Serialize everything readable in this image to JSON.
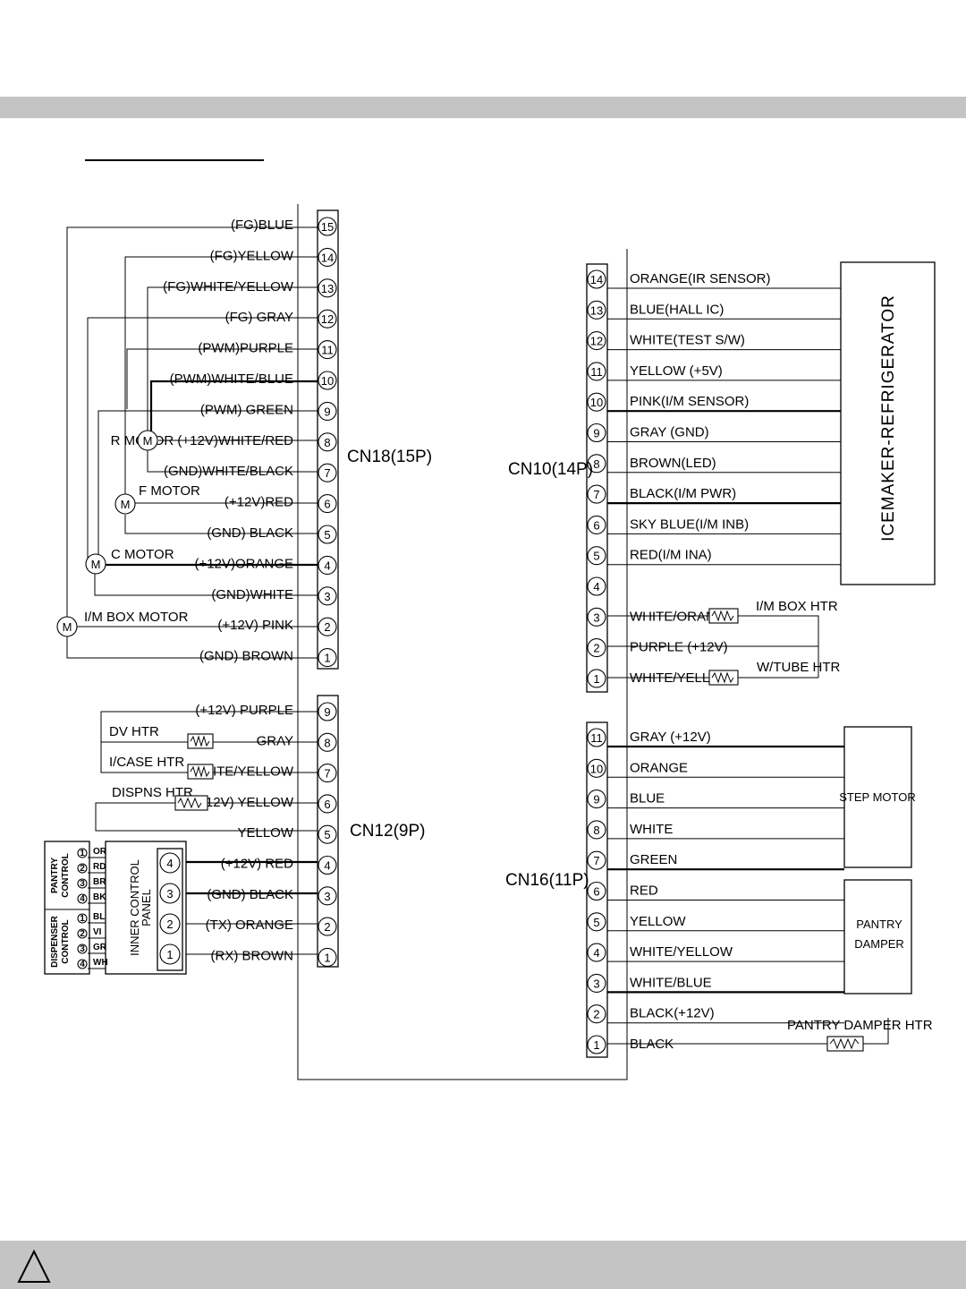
{
  "cn18": {
    "label": "CN18(15P)",
    "pins": [
      {
        "n": "15",
        "wire": "(FG)BLUE"
      },
      {
        "n": "14",
        "wire": "(FG)YELLOW"
      },
      {
        "n": "13",
        "wire": "(FG)WHITE/YELLOW"
      },
      {
        "n": "12",
        "wire": "(FG) GRAY"
      },
      {
        "n": "11",
        "wire": "(PWM)PURPLE"
      },
      {
        "n": "10",
        "wire": "(PWM)WHITE/BLUE"
      },
      {
        "n": "9",
        "wire": "(PWM) GREEN"
      },
      {
        "n": "8",
        "wire": "R MOTOR (+12V)WHITE/RED"
      },
      {
        "n": "7",
        "wire": "(GND)WHITE/BLACK"
      },
      {
        "n": "6",
        "wire": "(+12V)RED"
      },
      {
        "n": "5",
        "wire": "(GND) BLACK"
      },
      {
        "n": "4",
        "wire": "(+12V)ORANGE"
      },
      {
        "n": "3",
        "wire": "(GND)WHITE"
      },
      {
        "n": "2",
        "wire": "(+12V) PINK"
      },
      {
        "n": "1",
        "wire": "(GND) BROWN"
      }
    ],
    "motors": {
      "f": "F MOTOR",
      "c": "C MOTOR",
      "imbox": "I/M BOX MOTOR",
      "symbol": "M"
    }
  },
  "cn12": {
    "label": "CN12(9P)",
    "pins": [
      {
        "n": "9",
        "wire": "(+12V) PURPLE"
      },
      {
        "n": "8",
        "wire": "GRAY"
      },
      {
        "n": "7",
        "wire": "WHITE/YELLOW"
      },
      {
        "n": "6",
        "wire": "(+12V) YELLOW"
      },
      {
        "n": "5",
        "wire": "YELLOW"
      },
      {
        "n": "4",
        "wire": "(+12V) RED"
      },
      {
        "n": "3",
        "wire": "(GND) BLACK"
      },
      {
        "n": "2",
        "wire": "(TX) ORANGE"
      },
      {
        "n": "1",
        "wire": "(RX) BROWN"
      }
    ],
    "heaters": [
      "DV HTR",
      "I/CASE HTR",
      "DISPNS HTR"
    ],
    "panel": {
      "title_line1": "INNER CONTROL",
      "title_line2": "PANEL",
      "pins": [
        "4",
        "3",
        "2",
        "1"
      ],
      "pantry_line1": "PANTRY",
      "pantry_line2": "CONTROL",
      "dispenser_line1": "DISPENSER",
      "dispenser_line2": "CONTROL",
      "pantry_pins": [
        {
          "n": "1",
          "c": "OR"
        },
        {
          "n": "2",
          "c": "RD"
        },
        {
          "n": "3",
          "c": "BR"
        },
        {
          "n": "4",
          "c": "BK"
        }
      ],
      "dispenser_pins": [
        {
          "n": "1",
          "c": "BL"
        },
        {
          "n": "2",
          "c": "VI"
        },
        {
          "n": "3",
          "c": "GR"
        },
        {
          "n": "4",
          "c": "WH"
        }
      ]
    }
  },
  "cn10": {
    "label": "CN10(14P)",
    "pins": [
      {
        "n": "14",
        "wire": "ORANGE(IR SENSOR)"
      },
      {
        "n": "13",
        "wire": "BLUE(HALL IC)"
      },
      {
        "n": "12",
        "wire": "WHITE(TEST S/W)"
      },
      {
        "n": "11",
        "wire": "YELLOW (+5V)"
      },
      {
        "n": "10",
        "wire": "PINK(I/M SENSOR)"
      },
      {
        "n": "9",
        "wire": "GRAY (GND)"
      },
      {
        "n": "8",
        "wire": "BROWN(LED)"
      },
      {
        "n": "7",
        "wire": "BLACK(I/M PWR)"
      },
      {
        "n": "6",
        "wire": "SKY BLUE(I/M INB)"
      },
      {
        "n": "5",
        "wire": "RED(I/M INA)"
      },
      {
        "n": "4",
        "wire": ""
      },
      {
        "n": "3",
        "wire": "WHITE/ORANGE"
      },
      {
        "n": "2",
        "wire": "PURPLE (+12V)"
      },
      {
        "n": "1",
        "wire": "WHITE/YELLOW"
      }
    ],
    "icemaker": "ICEMAKER-REFRIGERATOR",
    "heaters": [
      "I/M BOX HTR",
      "W/TUBE HTR"
    ]
  },
  "cn16": {
    "label": "CN16(11P)",
    "pins": [
      {
        "n": "11",
        "wire": "GRAY (+12V)"
      },
      {
        "n": "10",
        "wire": "ORANGE"
      },
      {
        "n": "9",
        "wire": "BLUE"
      },
      {
        "n": "8",
        "wire": "WHITE"
      },
      {
        "n": "7",
        "wire": "GREEN"
      },
      {
        "n": "6",
        "wire": "RED"
      },
      {
        "n": "5",
        "wire": "YELLOW"
      },
      {
        "n": "4",
        "wire": "WHITE/YELLOW"
      },
      {
        "n": "3",
        "wire": "WHITE/BLUE"
      },
      {
        "n": "2",
        "wire": "BLACK(+12V)"
      },
      {
        "n": "1",
        "wire": "BLACK"
      }
    ],
    "step_motor": "STEP MOTOR",
    "pantry_damper_line1": "PANTRY",
    "pantry_damper_line2": "DAMPER",
    "pantry_damper_htr": "PANTRY DAMPER HTR"
  },
  "colors": {
    "header_bar": "#c4c4c4",
    "line": "#000000"
  },
  "footer_icon": "warning-triangle-icon"
}
